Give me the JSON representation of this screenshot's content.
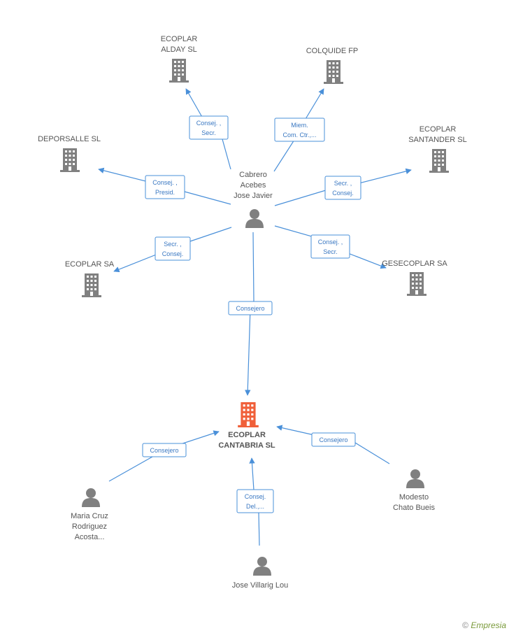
{
  "colors": {
    "edge": "#4a90d9",
    "company_icon": "#808080",
    "main_company_icon": "#f0603a",
    "person_icon": "#808080",
    "label_text": "#555555",
    "edge_text": "#3a78c2"
  },
  "main_company": {
    "lines": [
      "ECOPLAR",
      "CANTABRIA SL"
    ],
    "icon": "building-icon"
  },
  "companies": [
    {
      "id": "alday",
      "lines": [
        "ECOPLAR",
        "ALDAY SL"
      ],
      "icon": "building-icon"
    },
    {
      "id": "colquide",
      "lines": [
        "COLQUIDE FP"
      ],
      "icon": "building-icon"
    },
    {
      "id": "deporsalle",
      "lines": [
        "DEPORSALLE SL"
      ],
      "icon": "building-icon"
    },
    {
      "id": "santander",
      "lines": [
        "ECOPLAR",
        "SANTANDER SL"
      ],
      "icon": "building-icon"
    },
    {
      "id": "ecoplar-sa",
      "lines": [
        "ECOPLAR SA"
      ],
      "icon": "building-icon"
    },
    {
      "id": "gesecoplar",
      "lines": [
        "GESECOPLAR SA"
      ],
      "icon": "building-icon"
    }
  ],
  "persons": [
    {
      "id": "cabrero",
      "lines": [
        "Cabrero",
        "Acebes",
        "Jose Javier"
      ],
      "icon": "person-icon"
    },
    {
      "id": "maria",
      "lines": [
        "Maria Cruz",
        "Rodriguez",
        "Acosta..."
      ],
      "icon": "person-icon"
    },
    {
      "id": "modesto",
      "lines": [
        "Modesto",
        "Chato Bueis"
      ],
      "icon": "person-icon"
    },
    {
      "id": "villarig",
      "lines": [
        "Jose Villarig Lou"
      ],
      "icon": "person-icon"
    }
  ],
  "edges": [
    {
      "id": "e-alday",
      "lines": [
        "Consej. ,",
        "Secr."
      ]
    },
    {
      "id": "e-colquide",
      "lines": [
        "Miem.",
        "Com. Ctr.,..."
      ]
    },
    {
      "id": "e-deporsalle",
      "lines": [
        "Consej. ,",
        "Presid."
      ]
    },
    {
      "id": "e-santander",
      "lines": [
        "Secr. ,",
        "Consej."
      ]
    },
    {
      "id": "e-ecoplarsa",
      "lines": [
        "Secr. ,",
        "Consej."
      ]
    },
    {
      "id": "e-gesecoplar",
      "lines": [
        "Consej. ,",
        "Secr."
      ]
    },
    {
      "id": "e-main",
      "lines": [
        "Consejero"
      ]
    },
    {
      "id": "e-maria",
      "lines": [
        "Consejero"
      ]
    },
    {
      "id": "e-modesto",
      "lines": [
        "Consejero"
      ]
    },
    {
      "id": "e-villarig",
      "lines": [
        "Consej.",
        "Del.,..."
      ]
    }
  ],
  "watermark": {
    "copyright": "©",
    "brand": "Empresia"
  }
}
